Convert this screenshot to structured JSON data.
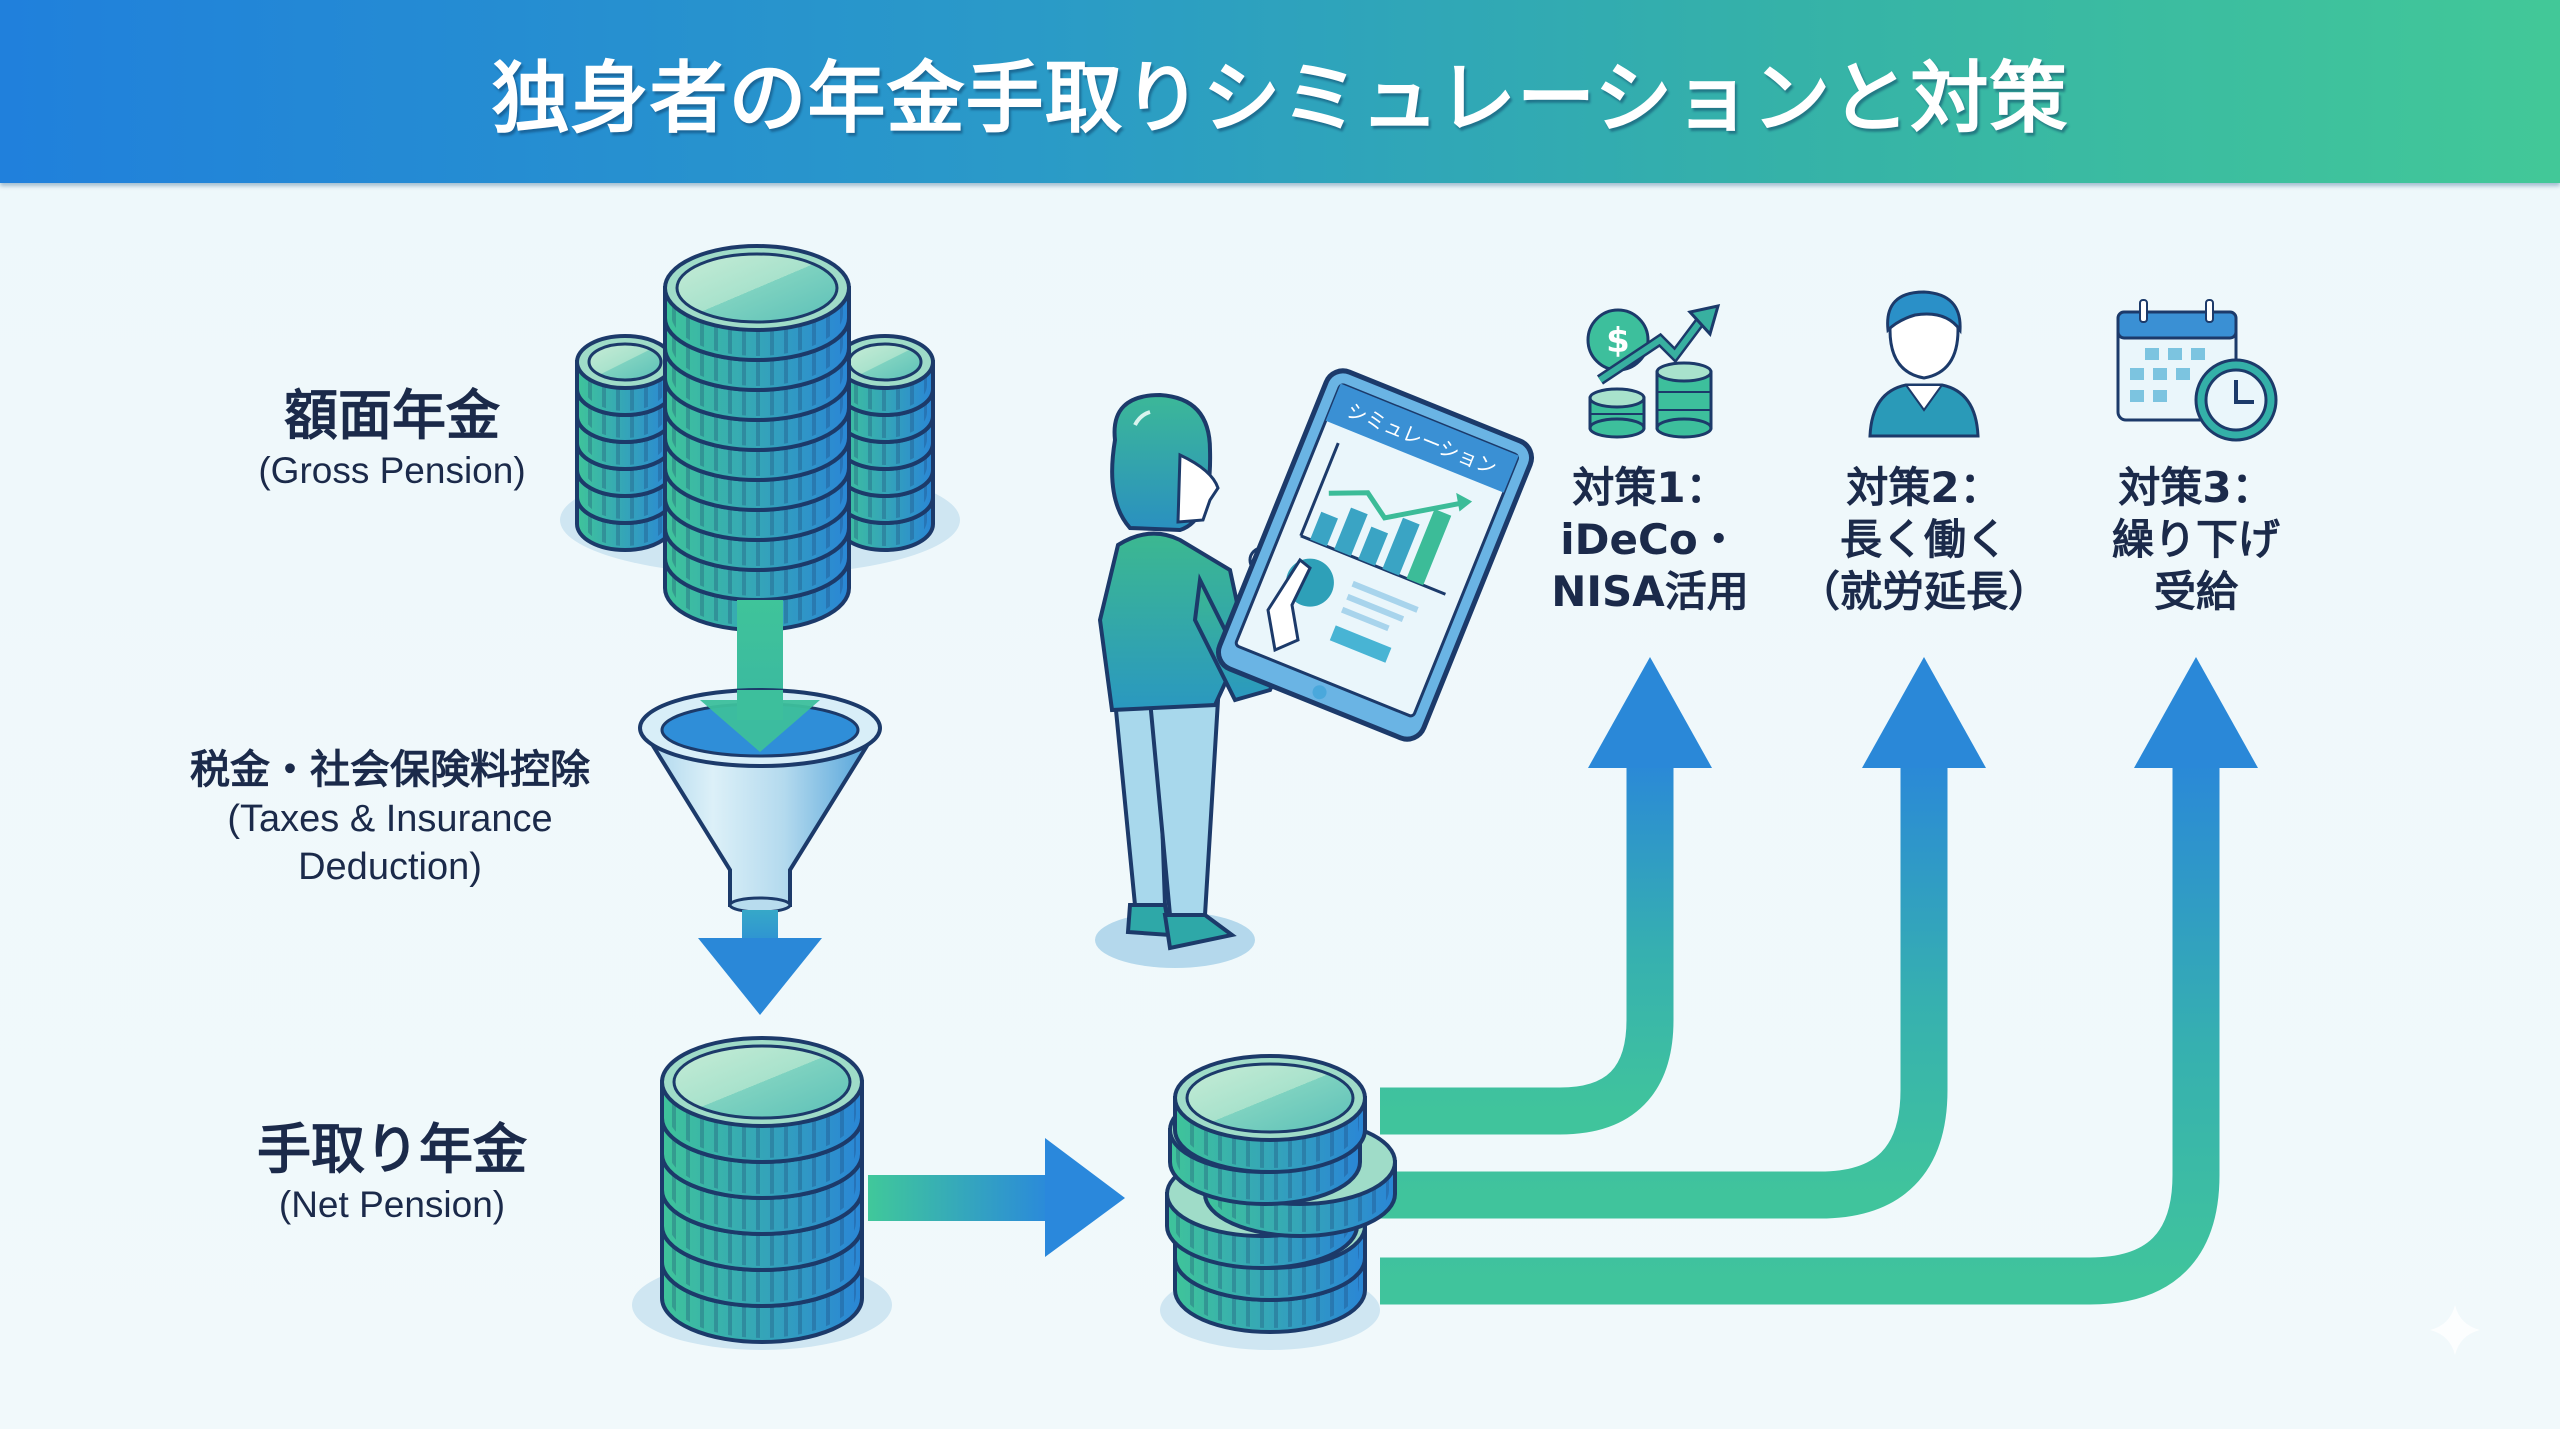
{
  "header": {
    "title": "独身者の年金手取りシミュレーションと対策"
  },
  "flow": {
    "gross": {
      "label_jp": "額面年金",
      "label_en": "(Gross Pension)",
      "icon": "coin-stacks-icon"
    },
    "deduction": {
      "label_jp": "税金・社会保険料控除",
      "label_en_line1": "(Taxes & Insurance",
      "label_en_line2": "Deduction)",
      "icon": "funnel-icon"
    },
    "net": {
      "label_jp": "手取り年金",
      "label_en": "(Net Pension)",
      "icon": "coin-stack-icon"
    }
  },
  "simulation": {
    "person_icon": "woman-with-tablet-icon",
    "tablet_title": "シミュレーション"
  },
  "measures": [
    {
      "lines": [
        "対策1：",
        "iDeCo・",
        "NISA活用"
      ],
      "icon": "money-growth-icon"
    },
    {
      "lines": [
        "対策2：",
        "長く働く",
        "（就労延長）"
      ],
      "icon": "businessperson-icon"
    },
    {
      "lines": [
        "対策3：",
        "繰り下げ",
        "受給"
      ],
      "icon": "calendar-clock-icon"
    }
  ],
  "colors": {
    "header_start": "#2080dc",
    "header_end": "#42c898",
    "text": "#1b2a4a",
    "flow_green": "#40c49c",
    "arrow_blue": "#2a88d8",
    "background": "#eef8fb"
  }
}
